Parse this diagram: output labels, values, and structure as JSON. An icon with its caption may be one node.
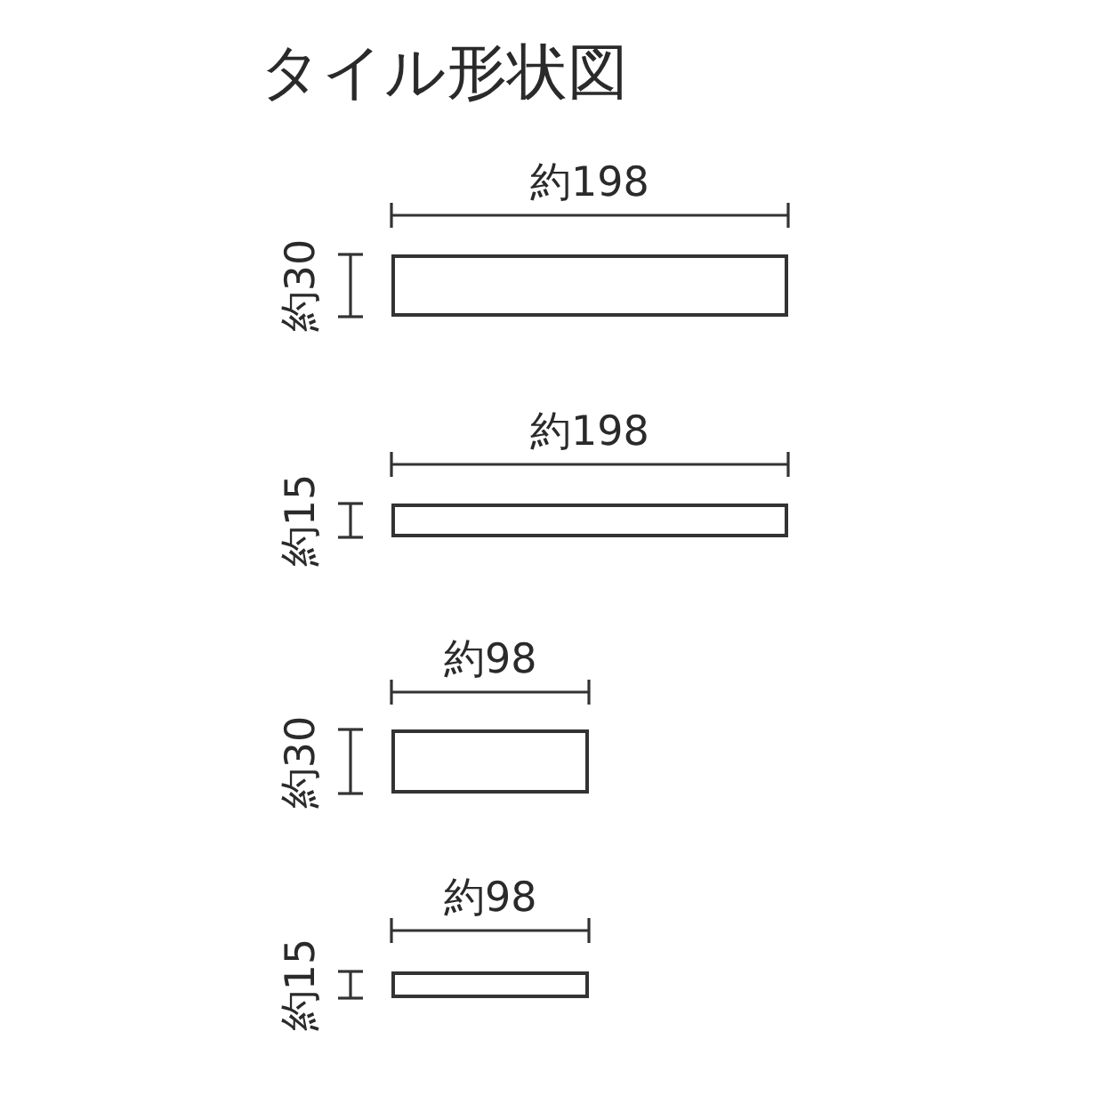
{
  "diagram": {
    "title": "タイル形状図",
    "nodes": [
      {
        "text": [],
        "shape": "box"
      },
      {
        "text": [],
        "shape": "box"
      },
      {
        "text": [],
        "shape": "box"
      },
      {
        "text": [],
        "shape": "box"
      }
    ],
    "labels": [
      "約198",
      "約30",
      "約198",
      "約15",
      "約98",
      "約30",
      "約98",
      "約15"
    ]
  }
}
